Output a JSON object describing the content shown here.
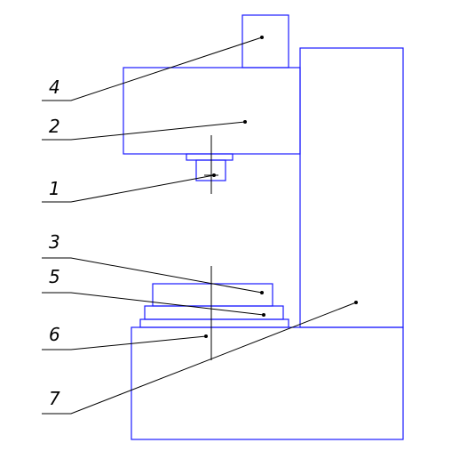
{
  "colors": {
    "outline": "#1a1aff",
    "leader": "#000000",
    "background": "#ffffff"
  },
  "callouts": [
    {
      "id": "4",
      "text": "4"
    },
    {
      "id": "2",
      "text": "2"
    },
    {
      "id": "1",
      "text": "1"
    },
    {
      "id": "3",
      "text": "3"
    },
    {
      "id": "5",
      "text": "5"
    },
    {
      "id": "6",
      "text": "6"
    },
    {
      "id": "7",
      "text": "7"
    }
  ]
}
